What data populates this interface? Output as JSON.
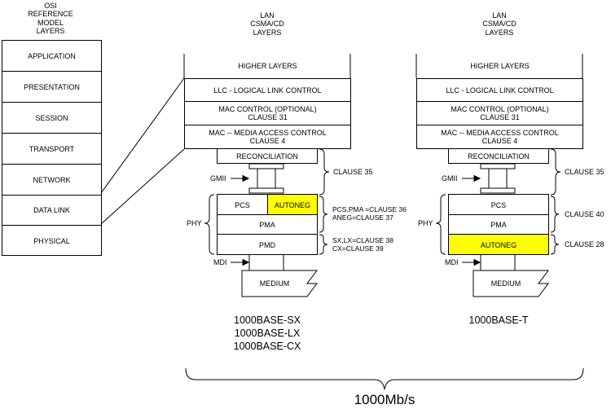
{
  "osi": {
    "header": [
      "OSI",
      "REFERENCE",
      "MODEL",
      "LAYERS"
    ],
    "layers": [
      "APPLICATION",
      "PRESENTATION",
      "SESSION",
      "TRANSPORT",
      "NETWORK",
      "DATA LINK",
      "PHYSICAL"
    ]
  },
  "left_stack": {
    "header": [
      "LAN",
      "CSMA/CD",
      "LAYERS"
    ],
    "higher": "HIGHER LAYERS",
    "llc": "LLC - LOGICAL LINK CONTROL",
    "mac_control": [
      "MAC CONTROL (OPTIONAL)",
      "CLAUSE 31"
    ],
    "mac": [
      "MAC -- MEDIA ACCESS CONTROL",
      "CLAUSE 4"
    ],
    "reconciliation": "RECONCILIATION",
    "gmii": "GMII",
    "pcs": "PCS",
    "autoneg": "AUTONEG",
    "pma": "PMA",
    "pmd": "PMD",
    "phy": "PHY",
    "mdi": "MDI",
    "medium": "MEDIUM",
    "clause_recon": "CLAUSE 35",
    "clause_pcs": [
      "PCS,PMA =CLAUSE 36",
      "ANEG=CLAUSE 37"
    ],
    "clause_pmd": [
      "SX,LX=CLAUSE 38",
      "CX=CLAUSE 39"
    ],
    "variants": [
      "1000BASE-SX",
      "1000BASE-LX",
      "1000BASE-CX"
    ]
  },
  "right_stack": {
    "header": [
      "LAN",
      "CSMA/CD",
      "LAYERS"
    ],
    "higher": "HIGHER LAYERS",
    "llc": "LLC - LOGICAL LINK CONTROL",
    "mac_control": [
      "MAC CONTROL (OPTIONAL)",
      "CLAUSE 31"
    ],
    "mac": [
      "MAC -- MEDIA ACCESS CONTROL",
      "CLAUSE 4"
    ],
    "reconciliation": "RECONCILIATION",
    "gmii": "GMII",
    "pcs": "PCS",
    "pma": "PMA",
    "autoneg": "AUTONEG",
    "phy": "PHY",
    "mdi": "MDI",
    "medium": "MEDIUM",
    "clause_recon": "CLAUSE 35",
    "clause_pcs": "CLAUSE 40",
    "clause_aneg": "CLAUSE 28",
    "variant": "1000BASE-T"
  },
  "speed": "1000Mb/s",
  "colors": {
    "highlight": "#ffff00",
    "line": "#000000"
  }
}
